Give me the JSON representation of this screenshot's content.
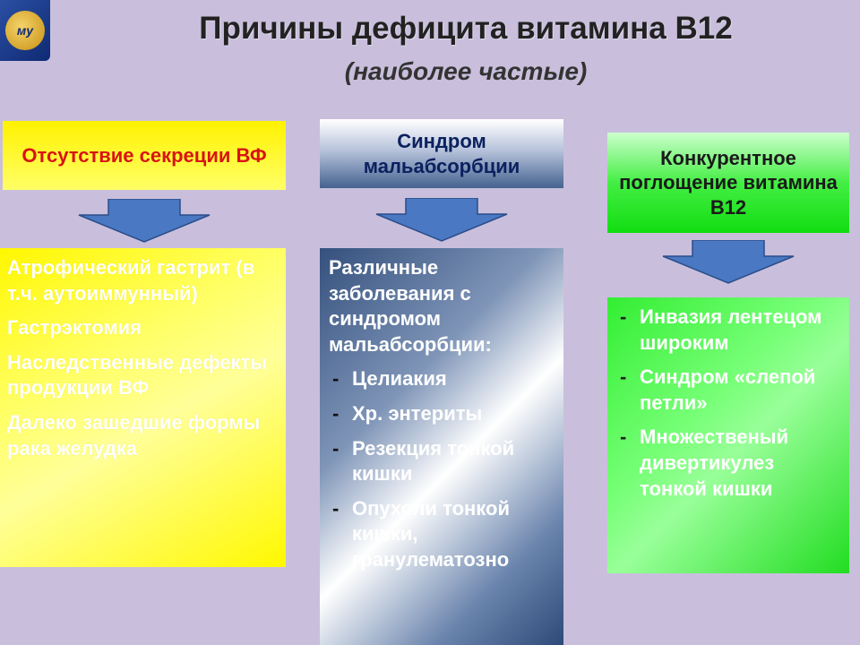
{
  "title": "Причины дефицита витамина В12",
  "subtitle": "(наиболее частые)",
  "columns": [
    {
      "header": "Отсутствие секреции ВФ",
      "items": [
        "Атрофический гастрит (в т.ч. аутоиммунный)",
        "Гастрэктомия",
        "Наследственные дефекты продукции ВФ",
        "Далеко зашедшие формы рака желудка"
      ]
    },
    {
      "header": "Синдром мальабсорбции",
      "lead": "Различные заболевания с синдромом мальабсорбции:",
      "items": [
        "Целиакия",
        "Хр. энтериты",
        "Резекция тонкой кишки",
        "Опухоли тонкой кишки, гранулематозно"
      ]
    },
    {
      "header": "Конкурентное поглощение витамина В12",
      "items": [
        "Инвазия лентецом широким",
        "Синдром «слепой петли»",
        "Множественый дивертикулез тонкой кишки"
      ]
    }
  ],
  "colors": {
    "background": "#c9bfdc",
    "arrow": "#4a78c2",
    "yellow_header_text": "#d81414",
    "blue_header_text": "#0b2160"
  }
}
